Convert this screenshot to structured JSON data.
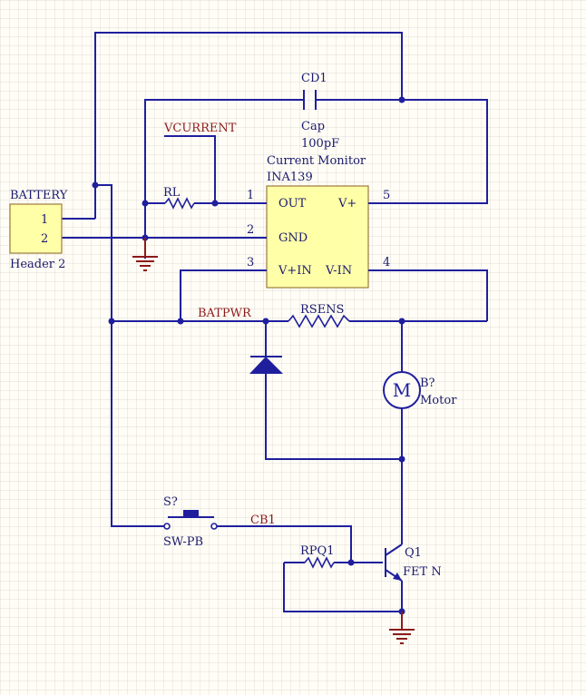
{
  "net_labels": {
    "vcurrent": "VCURRENT",
    "batpwr": "BATPWR",
    "cb1": "CB1"
  },
  "components": {
    "cd1": {
      "designator": "CD1",
      "comment": "Cap",
      "value": "100pF"
    },
    "rl": {
      "designator": "RL"
    },
    "ina139": {
      "comment": "Current Monitor",
      "designator": "INA139",
      "pins": {
        "out": {
          "name": "OUT",
          "number": "1"
        },
        "gnd": {
          "name": "GND",
          "number": "2"
        },
        "vin_plus": {
          "name": "V+IN",
          "number": "3"
        },
        "vin_minus": {
          "name": "V-IN",
          "number": "4"
        },
        "vplus": {
          "name": "V+",
          "number": "5"
        }
      }
    },
    "battery": {
      "designator": "BATTERY",
      "comment": "Header 2",
      "pins": [
        "1",
        "2"
      ]
    },
    "rsens": {
      "designator": "RSENS"
    },
    "motor": {
      "designator": "B?",
      "comment": "Motor",
      "symbol": "M"
    },
    "switch": {
      "designator": "S?",
      "comment": "SW-PB"
    },
    "rpq1": {
      "designator": "RPQ1"
    },
    "q1": {
      "designator": "Q1",
      "comment": "FET N"
    }
  },
  "colors": {
    "wire": "#1f1f9e",
    "ground": "#8b1a1a",
    "net_label": "#8b1a1a",
    "component_body": "#ffffa8",
    "background": "#fffdf5"
  }
}
